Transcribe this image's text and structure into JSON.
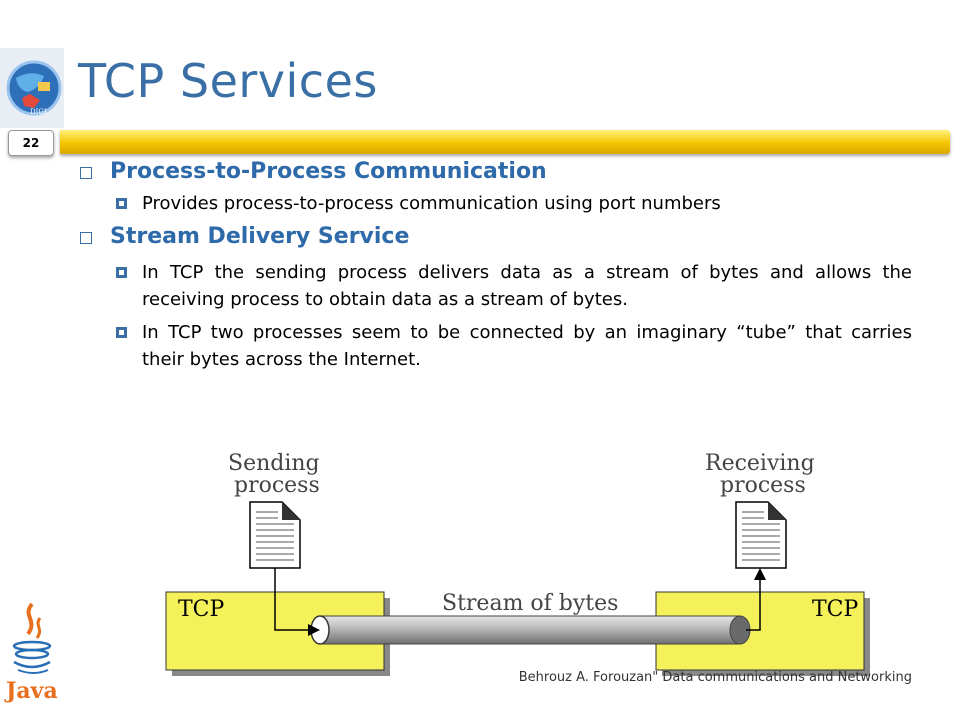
{
  "slide": {
    "title": "TCP Services",
    "page_number": "22"
  },
  "sections": [
    {
      "heading": "Process-to-Process Communication",
      "items": [
        "Provides process-to-process communication using port numbers"
      ]
    },
    {
      "heading": "Stream Delivery Service",
      "items": [
        "In TCP the sending process delivers data as a stream of bytes and allows the receiving process to obtain data as a stream of bytes.",
        "In TCP two processes seem to be connected by an imaginary “tube” that carries their bytes across the Internet."
      ]
    }
  ],
  "diagram": {
    "sending_line1": "Sending",
    "sending_line2": "process",
    "receiving_line1": "Receiving",
    "receiving_line2": "process",
    "tcp_left": "TCP",
    "tcp_right": "TCP",
    "stream_label": "Stream of bytes",
    "colors": {
      "box": "#f4f15a",
      "tube": "#9e9e9e"
    }
  },
  "footer": {
    "text": "Behrouz A. Forouzan\" Data communications and Networking"
  },
  "logos": {
    "top_left": "globe-logo-icon",
    "bottom_left": "java-logo-icon",
    "java_wordmark": "Java"
  }
}
